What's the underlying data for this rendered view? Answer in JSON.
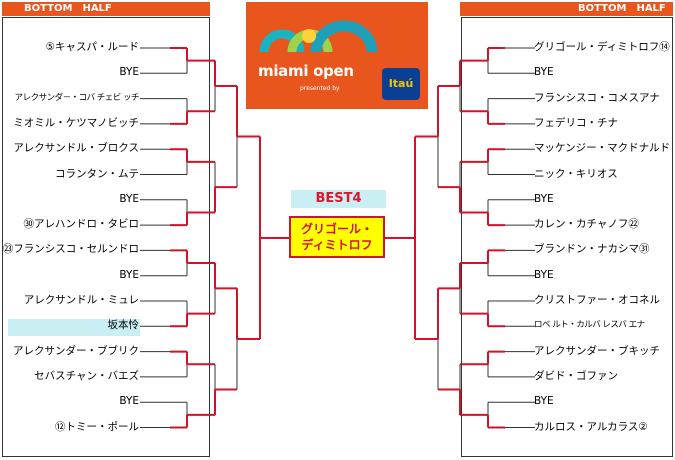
{
  "header": {
    "left": "BOTTOM　HALF",
    "right": "BOTTOM　HALF"
  },
  "logo": {
    "brand": "miami open",
    "presented": "presented by",
    "sponsor": "Itaú"
  },
  "best4": {
    "label": "BEST4",
    "winner_line1": "グリゴール・",
    "winner_line2": "ディミトロフ"
  },
  "left_players": [
    "⑤キャスパ・ルード",
    "BYE",
    "アレクサンダ－・コバ チェビ ッチ",
    "ミオミル・ケツマノビッチ",
    "アレクサンドル・ブロクス",
    "コランタン・ムテ",
    "BYE",
    "㉚アレハンドロ・タビロ",
    "㉓フランシスコ・セルンドロ",
    "BYE",
    "アレクサンドル・ミュレ",
    "坂本怜",
    "アレクサンダー・ブブリク",
    "セバスチャン・バエズ",
    "BYE",
    "⑫トミー・ポール"
  ],
  "right_players": [
    "グリゴール・ディミトロフ⑭",
    "BYE",
    "フランシスコ・コメスアナ",
    "フェデリコ・チナ",
    "マッケンジー・マクドナルド",
    "ニック・キリオス",
    "BYE",
    "カレン・カチャノフ㉒",
    "ブランドン・ナカシマ㉛",
    "BYE",
    "クリストファー・オコネル",
    "ロベ ルト・カルバ レスバ エナ",
    "アレクサンダー・ブキッチ",
    "ダビド・ゴファン",
    "BYE",
    "カルロス・アルカラス②"
  ],
  "colors": {
    "accent": "#e8561e",
    "win_line": "#d0132a",
    "highlight": "#c9eef4",
    "winner_bg": "#ffff00"
  }
}
